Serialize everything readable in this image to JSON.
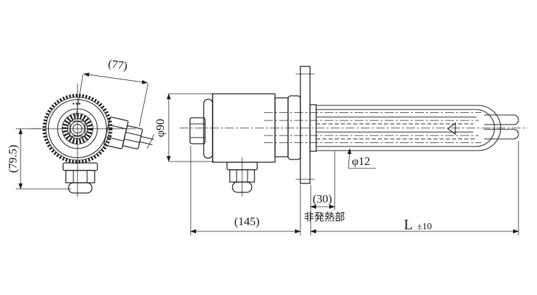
{
  "drawing": {
    "kind": "flange-immersion-heater-technical-drawing",
    "colors": {
      "line": "#1f1f1f",
      "background": "#ffffff"
    },
    "dimensions": {
      "terminal_box_angled_width": "(77)",
      "terminal_box_height": "(79.5)",
      "head_cover_diameter": "φ90",
      "head_length": "(145)",
      "non_heating_length": "(30)",
      "non_heating_label": "非発熱部",
      "element_diameter": "φ12",
      "immersion_length_symbol": "L",
      "immersion_length_tolerance": "±10"
    }
  }
}
